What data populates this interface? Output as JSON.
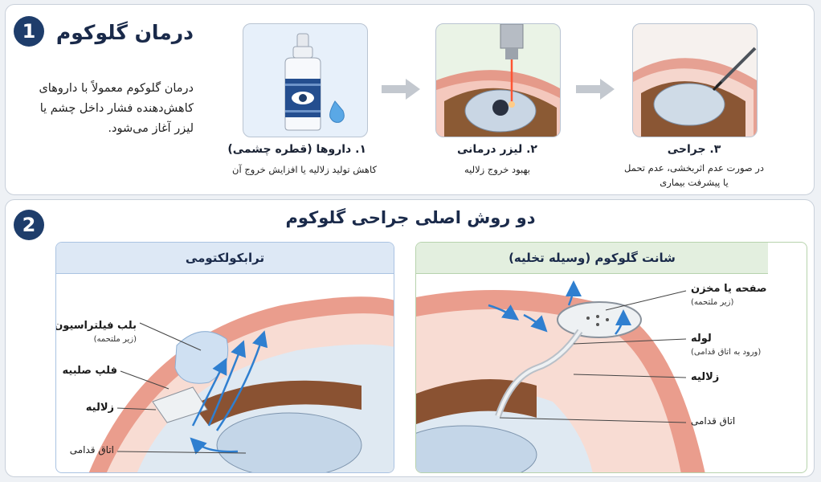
{
  "section1": {
    "badge": "1",
    "title": "درمان گلوکوم",
    "intro": "درمان گلوکوم معمولاً با داروهای کاهش‌دهنده فشار داخل چشم یا لیزر آغاز می‌شود.",
    "steps": [
      {
        "title": "۱. داروها (قطره چشمی)",
        "desc": "کاهش تولید زلالیه یا افزایش خروج آن"
      },
      {
        "title": "۲. لیزر درمانی",
        "desc": "بهبود خروج زلالیه"
      },
      {
        "title": "۳. جراحی",
        "desc_line1": "در صورت عدم اثربخشی، عدم تحمل",
        "desc_line2": "یا پیشرفت بیماری"
      }
    ]
  },
  "section2": {
    "badge": "2",
    "title": "دو روش اصلی جراحی گلوکوم",
    "left": {
      "header": "ترابکولکتومی",
      "labels": {
        "bleb": "بلب فیلتراسیون",
        "bleb_sub": "(زیر ملتحمه)",
        "flap": "فلپ صلبیه",
        "aqueous": "زلالیه",
        "chamber": "اتاق قدامی"
      }
    },
    "right": {
      "header": "شانت گلوکوم  (وسیله تخلیه)",
      "labels": {
        "plate": "صفحه یا مخزن",
        "plate_sub": "(زیر ملتحمه)",
        "tube": "لوله",
        "tube_sub": "(ورود به اتاق قدامی)",
        "aqueous": "زلالیه",
        "chamber": "اتاق قدامی"
      }
    }
  },
  "colors": {
    "navy": "#1e3d6b",
    "left_header_bg": "#dde8f5",
    "right_header_bg": "#e3efdf",
    "flow_arrow": "#2f7fd0"
  }
}
